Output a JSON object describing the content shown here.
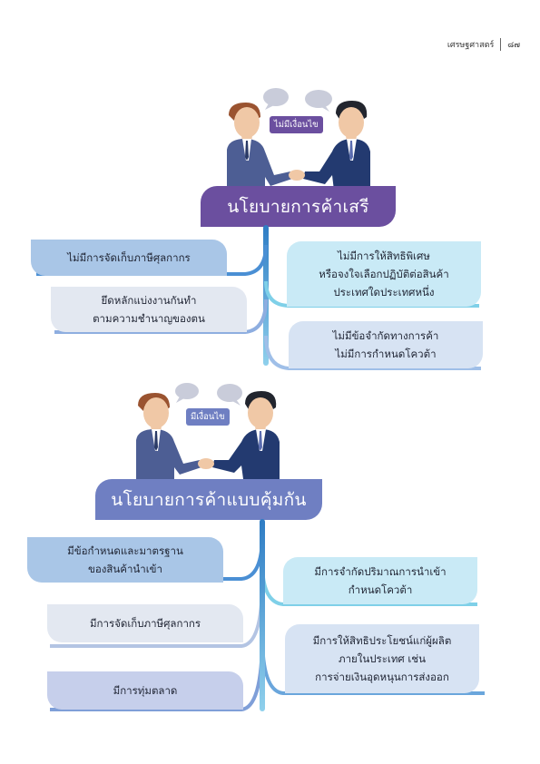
{
  "header": {
    "section": "เศรษฐศาสตร์",
    "page_number": "๘๗"
  },
  "free_trade": {
    "title": "นโยบายการค้าเสรี",
    "tag": "ไม่มีเงื่อนไข",
    "left_items": [
      "ไม่มีการจัดเก็บภาษีศุลกากร",
      "ยึดหลักแบ่งงานกันทำ\nตามความชำนาญของตน"
    ],
    "right_items": [
      "ไม่มีการให้สิทธิพิเศษ\nหรือจงใจเลือกปฏิบัติต่อสินค้า\nประเทศใดประเทศหนึ่ง",
      "ไม่มีข้อจำกัดทางการค้า\nไม่มีการกำหนดโควต้า"
    ]
  },
  "protective_trade": {
    "title": "นโยบายการค้าแบบคุ้มกัน",
    "tag": "มีเงื่อนไข",
    "left_items": [
      "มีข้อกำหนดและมาตรฐาน\nของสินค้านำเข้า",
      "มีการจัดเก็บภาษีศุลกากร",
      "มีการทุ่มตลาด"
    ],
    "right_items": [
      "มีการจำกัดปริมาณการนำเข้า\nกำหนดโควต้า",
      "มีการให้สิทธิประโยชน์แก่ผู้ผลิต\nภายในประเทศ เช่น\nการจ่ายเงินอุดหนุนการส่งออก"
    ]
  },
  "colors": {
    "free_title": "#6b4f9f",
    "protect_title": "#6f7fc2",
    "branch": "#4a9fd8",
    "suit_left": "#4d5e94",
    "suit_right": "#233a70"
  },
  "icons": [
    "handshake-illustration",
    "speech-bubble-icon"
  ]
}
